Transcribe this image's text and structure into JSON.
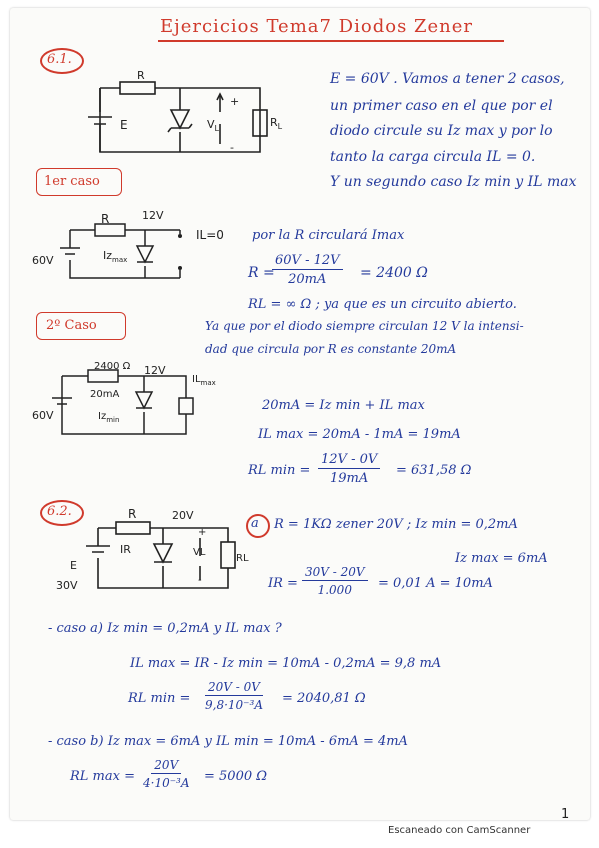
{
  "title": "Ejercicios Tema7   Diodos Zener",
  "page_number": "1",
  "footer": "Escaneado con CamScanner",
  "ex61": {
    "number": "6.1.",
    "circuit_labels": {
      "r": "R",
      "e": "E",
      "vl": "V",
      "vl_sub": "L",
      "rl": "R",
      "rl_sub": "L",
      "plus": "+",
      "minus": "-"
    },
    "intro": [
      "E = 60V . Vamos a tener 2 casos,",
      "un primer caso en el que por el",
      "diodo circule su Iz max y por lo",
      "tanto la carga circula IL = 0.",
      "Y un segundo caso Iz min y IL max"
    ],
    "case1": {
      "heading": "1er caso",
      "circuit_labels": {
        "r": "R",
        "v12": "12V",
        "v60": "60V",
        "iz": "Iz",
        "iz_sub": "max",
        "il": "IL=0"
      },
      "line1": "por la R circulará Imax",
      "r_lhs": "R =",
      "r_num": "60V - 12V",
      "r_den": "20mA",
      "r_rhs": "= 2400 Ω",
      "rl_line": "RL = ∞ Ω  ; ya que es un circuito abierto."
    },
    "case2": {
      "heading": "2º Caso",
      "text1": "Ya que por el diodo siempre circulan 12 V la intensi-",
      "text2": "dad que circula por R es constante 20mA",
      "circuit_labels": {
        "r": "2400 Ω",
        "v12": "12V",
        "i20": "20mA",
        "v60": "60V",
        "izmin": "Iz",
        "izmin_sub": "min",
        "ilmax": "IL",
        "ilmax_sub": "max"
      },
      "eq1": "20mA = Iz min + IL max",
      "eq2": "IL max = 20mA - 1mA = 19mA",
      "rl_lhs": "RL min =",
      "rl_num": "12V - 0V",
      "rl_den": "19mA",
      "rl_rhs": "= 631,58 Ω"
    }
  },
  "ex62": {
    "number": "6.2.",
    "circuit_labels": {
      "r": "R",
      "v20": "20V",
      "ir": "IR",
      "e": "E",
      "v30": "30V",
      "vl": "VL",
      "rl": "RL",
      "plus": "+",
      "minus": "-"
    },
    "part_a": {
      "label": "a",
      "given": "R = 1KΩ     zener 20V ; Iz min = 0,2mA",
      "given2": "Iz max = 6mA",
      "ir_lhs": "IR =",
      "ir_num": "30V - 20V",
      "ir_den": "1.000",
      "ir_rhs": "= 0,01 A = 10mA"
    },
    "case_a_line": "- caso a)  Iz min = 0,2mA  y  IL max ?",
    "ilmax_line": "IL max = IR - Iz min = 10mA - 0,2mA = 9,8 mA",
    "rlmin_lhs": "RL min =",
    "rlmin_num": "20V - 0V",
    "rlmin_den": "9,8·10⁻³A",
    "rlmin_rhs": "= 2040,81 Ω",
    "case_b_line": "- caso b)  Iz max = 6mA   y  IL min = 10mA - 6mA = 4mA",
    "rlmax_lhs": "RL max =",
    "rlmax_num": "20V",
    "rlmax_den": "4·10⁻³A",
    "rlmax_rhs": "= 5000 Ω"
  }
}
